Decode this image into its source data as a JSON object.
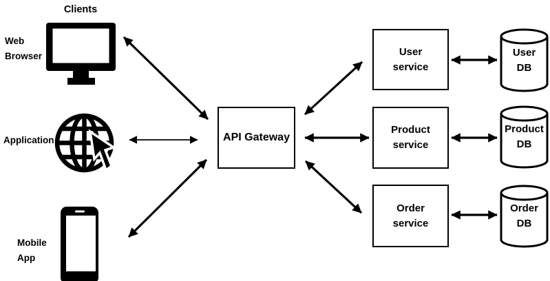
{
  "diagram": {
    "background": "#ffffff",
    "ink": "#000000",
    "clients_group": {
      "title": "Clients",
      "items": [
        {
          "label": "Web Browser",
          "icon": "monitor-icon"
        },
        {
          "label": "Application",
          "icon": "globe-cursor-icon"
        },
        {
          "label": "Mobile App",
          "icon": "smartphone-icon"
        }
      ]
    },
    "gateway": {
      "label": "API Gateway"
    },
    "services": [
      {
        "lines": [
          "User",
          "service"
        ]
      },
      {
        "lines": [
          "Product",
          "service"
        ]
      },
      {
        "lines": [
          "Order",
          "service"
        ]
      }
    ],
    "databases": [
      {
        "lines": [
          "User",
          "DB"
        ],
        "icon": "database-cylinder-icon"
      },
      {
        "lines": [
          "Product",
          "DB"
        ],
        "icon": "database-cylinder-icon"
      },
      {
        "lines": [
          "Order",
          "DB"
        ],
        "icon": "database-cylinder-icon"
      }
    ],
    "connections": [
      "web-browser to api-gateway",
      "application to api-gateway",
      "mobile-app to api-gateway",
      "api-gateway to user-service",
      "api-gateway to product-service",
      "api-gateway to order-service",
      "user-service to user-db",
      "product-service to product-db",
      "order-service to order-db"
    ]
  }
}
